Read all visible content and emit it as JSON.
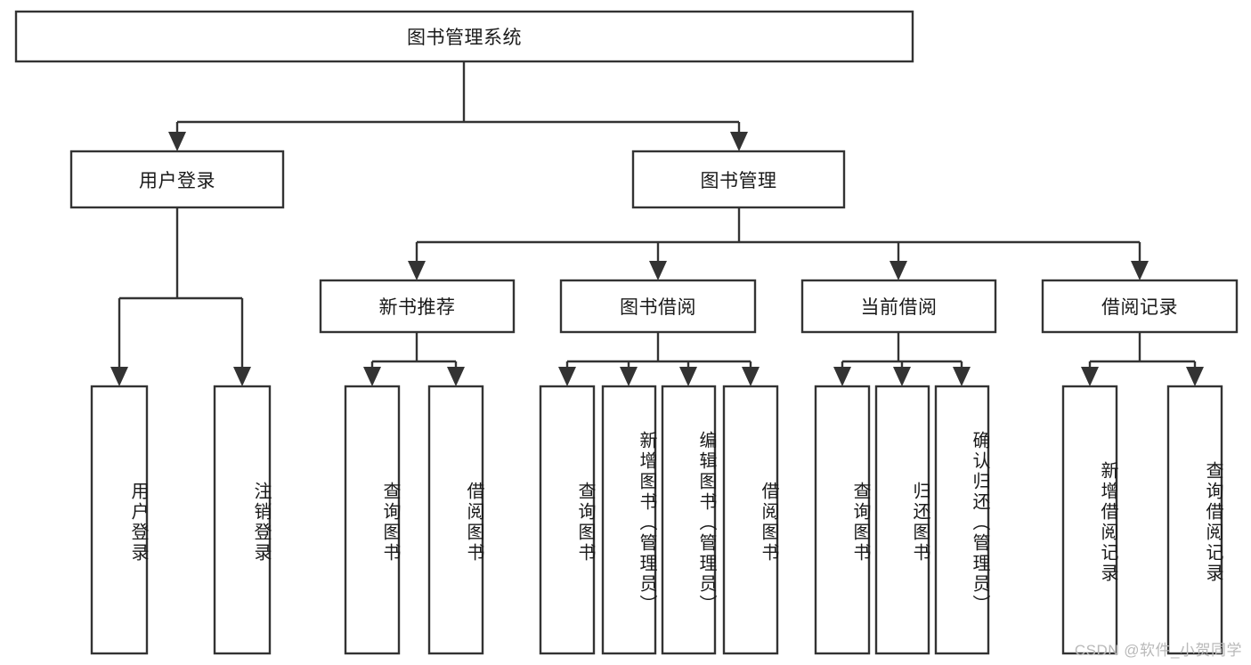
{
  "diagram": {
    "title": "图书管理系统",
    "watermark": "CSDN @软件_小贺同学",
    "orientation": "top-down-tree",
    "colors": {
      "stroke": "#333333",
      "fill": "#ffffff",
      "text": "#1a1a1a",
      "watermark": "#b9b9b9",
      "background": "#ffffff"
    },
    "nodes": {
      "root": {
        "label": "图书管理系统",
        "level": 1,
        "orientation": "horizontal"
      },
      "user_login": {
        "label": "用户登录",
        "level": 2,
        "orientation": "horizontal"
      },
      "book_manage": {
        "label": "图书管理",
        "level": 2,
        "orientation": "horizontal"
      },
      "new_book_rec": {
        "label": "新书推荐",
        "level": 3,
        "orientation": "horizontal"
      },
      "book_borrow": {
        "label": "图书借阅",
        "level": 3,
        "orientation": "horizontal"
      },
      "current_borrow": {
        "label": "当前借阅",
        "level": 3,
        "orientation": "horizontal"
      },
      "borrow_record": {
        "label": "借阅记录",
        "level": 3,
        "orientation": "horizontal"
      },
      "leaf_user_login": {
        "label": "用户登录",
        "level": 4,
        "orientation": "vertical"
      },
      "leaf_logout": {
        "label": "注销登录",
        "level": 4,
        "orientation": "vertical"
      },
      "leaf_query_book_a": {
        "label": "查询图书",
        "level": 4,
        "orientation": "vertical"
      },
      "leaf_borrow_book_a": {
        "label": "借阅图书",
        "level": 4,
        "orientation": "vertical"
      },
      "leaf_query_book_b": {
        "label": "查询图书",
        "level": 4,
        "orientation": "vertical"
      },
      "leaf_add_book": {
        "label": "新增图书（管理员）",
        "level": 4,
        "orientation": "vertical"
      },
      "leaf_edit_book": {
        "label": "编辑图书（管理员）",
        "level": 4,
        "orientation": "vertical"
      },
      "leaf_borrow_book_b": {
        "label": "借阅图书",
        "level": 4,
        "orientation": "vertical"
      },
      "leaf_query_book_c": {
        "label": "查询图书",
        "level": 4,
        "orientation": "vertical"
      },
      "leaf_return_book": {
        "label": "归还图书",
        "level": 4,
        "orientation": "vertical"
      },
      "leaf_confirm_return": {
        "label": "确认归还（管理员）",
        "level": 4,
        "orientation": "vertical"
      },
      "leaf_add_record": {
        "label": "新增借阅记录",
        "level": 4,
        "orientation": "vertical"
      },
      "leaf_query_record": {
        "label": "查询借阅记录",
        "level": 4,
        "orientation": "vertical"
      }
    },
    "edges": [
      {
        "from": "root",
        "to": "user_login"
      },
      {
        "from": "root",
        "to": "book_manage"
      },
      {
        "from": "user_login",
        "to": "leaf_user_login"
      },
      {
        "from": "user_login",
        "to": "leaf_logout"
      },
      {
        "from": "book_manage",
        "to": "new_book_rec"
      },
      {
        "from": "book_manage",
        "to": "book_borrow"
      },
      {
        "from": "book_manage",
        "to": "current_borrow"
      },
      {
        "from": "book_manage",
        "to": "borrow_record"
      },
      {
        "from": "new_book_rec",
        "to": "leaf_query_book_a"
      },
      {
        "from": "new_book_rec",
        "to": "leaf_borrow_book_a"
      },
      {
        "from": "book_borrow",
        "to": "leaf_query_book_b"
      },
      {
        "from": "book_borrow",
        "to": "leaf_add_book"
      },
      {
        "from": "book_borrow",
        "to": "leaf_edit_book"
      },
      {
        "from": "book_borrow",
        "to": "leaf_borrow_book_b"
      },
      {
        "from": "current_borrow",
        "to": "leaf_query_book_c"
      },
      {
        "from": "current_borrow",
        "to": "leaf_return_book"
      },
      {
        "from": "current_borrow",
        "to": "leaf_confirm_return"
      },
      {
        "from": "borrow_record",
        "to": "leaf_add_record"
      },
      {
        "from": "borrow_record",
        "to": "leaf_query_record"
      }
    ]
  }
}
